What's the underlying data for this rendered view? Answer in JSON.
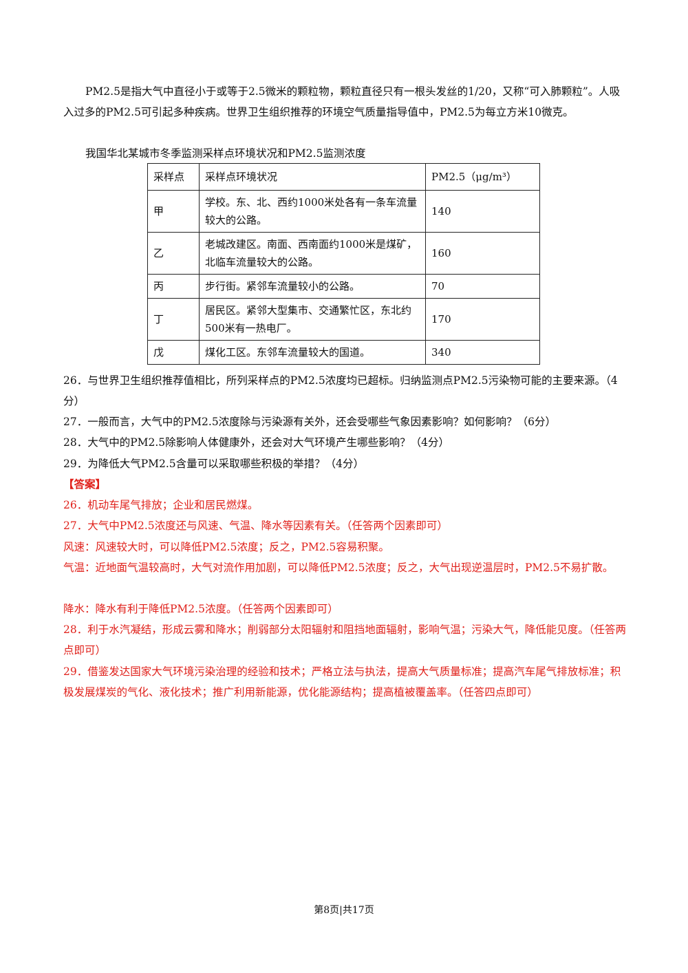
{
  "intro": "PM2.5是指大气中直径小于或等于2.5微米的颗粒物，颗粒直径只有一根头发丝的1/20，又称“可入肺颗粒”。人吸入过多的PM2.5可引起多种疾病。世界卫生组织推荐的环境空气质量指导值中，PM2.5为每立方米10微克。",
  "table_caption": "我国华北某城市冬季监测采样点环境状况和PM2.5监测浓度",
  "table": {
    "headers": [
      "采样点",
      "采样点环境状况",
      "PM2.5（μg/m³）"
    ],
    "rows": [
      {
        "site": "甲",
        "env": "学校。东、北、西约1000米处各有一条车流量较大的公路。",
        "pm": "140"
      },
      {
        "site": "乙",
        "env": "老城改建区。南面、西南面约1000米是煤矿，北临车流量较大的公路。",
        "pm": "160"
      },
      {
        "site": "丙",
        "env": "步行街。紧邻车流量较小的公路。",
        "pm": "70"
      },
      {
        "site": "丁",
        "env": "居民区。紧邻大型集市、交通繁忙区，东北约500米有一热电厂。",
        "pm": "170"
      },
      {
        "site": "戊",
        "env": "煤化工区。东邻车流量较大的国道。",
        "pm": "340"
      }
    ]
  },
  "questions": {
    "q26": "26．与世界卫生组织推荐值相比，所列采样点的PM2.5浓度均已超标。归纳监测点PM2.5污染物可能的主要来源。（4分）",
    "q27": "27．一般而言，大气中的PM2.5浓度除与污染源有关外，还会受哪些气象因素影响？如何影响？（6分）",
    "q28": "28．大气中的PM2.5除影响人体健康外，还会对大气环境产生哪些影响？（4分）",
    "q29": "29．为降低大气PM2.5含量可以采取哪些积极的举措？（4分）"
  },
  "answers": {
    "heading": "【答案】",
    "a26": "26．机动车尾气排放；企业和居民燃煤。",
    "a27": "27．大气中PM2.5浓度还与风速、气温、降水等因素有关。（任答两个因素即可）",
    "a27_wind": "风速：风速较大时，可以降低PM2.5浓度；反之，PM2.5容易积聚。",
    "a27_temp": "气温：近地面气温较高时，大气对流作用加剧，可以降低PM2.5浓度；反之，大气出现逆温层时，PM2.5不易扩散。",
    "a27_rain": "降水：降水有利于降低PM2.5浓度。（任答两个因素即可）",
    "a28": "28．利于水汽凝结，形成云雾和降水；削弱部分太阳辐射和阻挡地面辐射，影响气温；污染大气，降低能见度。（任答两点即可）",
    "a29": "29．借鉴发达国家大气环境污染治理的经验和技术；严格立法与执法，提高大气质量标准；提高汽车尾气排放标准；积极发展煤炭的气化、液化技术；推广利用新能源，优化能源结构；提高植被覆盖率。（任答四点即可）"
  },
  "footer": "第8页|共17页",
  "colors": {
    "answer": "#e0201a",
    "text": "#111111"
  }
}
